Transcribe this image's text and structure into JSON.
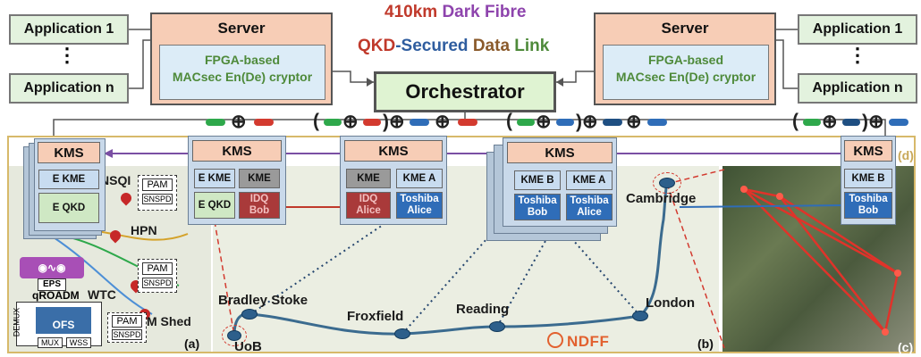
{
  "title": {
    "prefix_num": "410km",
    "prefix_text": " Dark Fibre",
    "qkd": "QKD",
    "secured": "-Secured",
    "data": " Data",
    "link": " Link"
  },
  "left": {
    "server": "Server",
    "fpga_line1": "FPGA-based",
    "fpga_line2": "MACsec En(De) cryptor",
    "app1": "Application 1",
    "appn": "Application n"
  },
  "right": {
    "server": "Server",
    "fpga_line1": "FPGA-based",
    "fpga_line2": "MACsec En(De) cryptor",
    "app1": "Application 1",
    "appn": "Application n"
  },
  "orchestrator": "Orchestrator",
  "key_ops": [
    "⊕",
    "(",
    "⊕",
    ")⊕",
    "⊕",
    "(",
    "⊕",
    ")⊕",
    "⊕",
    "(",
    "⊕",
    ")⊕"
  ],
  "kms_nodes": [
    {
      "header": "KMS",
      "kme_top": "E KME",
      "kme_bottom": "E QKD"
    },
    {
      "header": "KMS",
      "kme_a": "E KME",
      "kme_b": "KME",
      "bottom_a": "E QKD",
      "bottom_b": "IDQ Bob"
    },
    {
      "header": "KMS",
      "kme_a": "KME",
      "kme_b": "KME A",
      "bottom_a": "IDQ Alice",
      "bottom_b": "Toshiba Alice"
    },
    {
      "header": "KMS",
      "kme_a": "KME B",
      "kme_b": "KME A",
      "bottom_a": "Toshiba Bob",
      "bottom_b": "Toshiba Alice"
    },
    {
      "header": "KMS",
      "kme_top": "KME B",
      "kme_bottom": "Toshiba Bob"
    }
  ],
  "panel_a": {
    "nsqi": "NSQI",
    "hpn": "HPN",
    "wtc": "WTC",
    "mshed": "M Shed",
    "pam": "PAM",
    "snspd": "SNSPD",
    "eps": "EPS",
    "qroadm": "qROADM",
    "demux": "DEMUX",
    "mux": "MUX",
    "wss": "WSS",
    "ofs": "OFS",
    "label": "(a)"
  },
  "panel_b": {
    "cities": [
      "Bradley Stoke",
      "UoB",
      "Froxfield",
      "Reading",
      "London",
      "Cambridge"
    ],
    "ndff": "NDFF",
    "label": "(b)"
  },
  "panel_c": {
    "label": "(c)"
  },
  "panel_d": {
    "label": "(d)"
  },
  "colors": {
    "red": "#c0392b",
    "blue": "#2f5d9f",
    "green": "#4e8a3a",
    "purple": "#8e44ad",
    "brown": "#8a5a2b",
    "kms_header": "#f7cdb6"
  }
}
